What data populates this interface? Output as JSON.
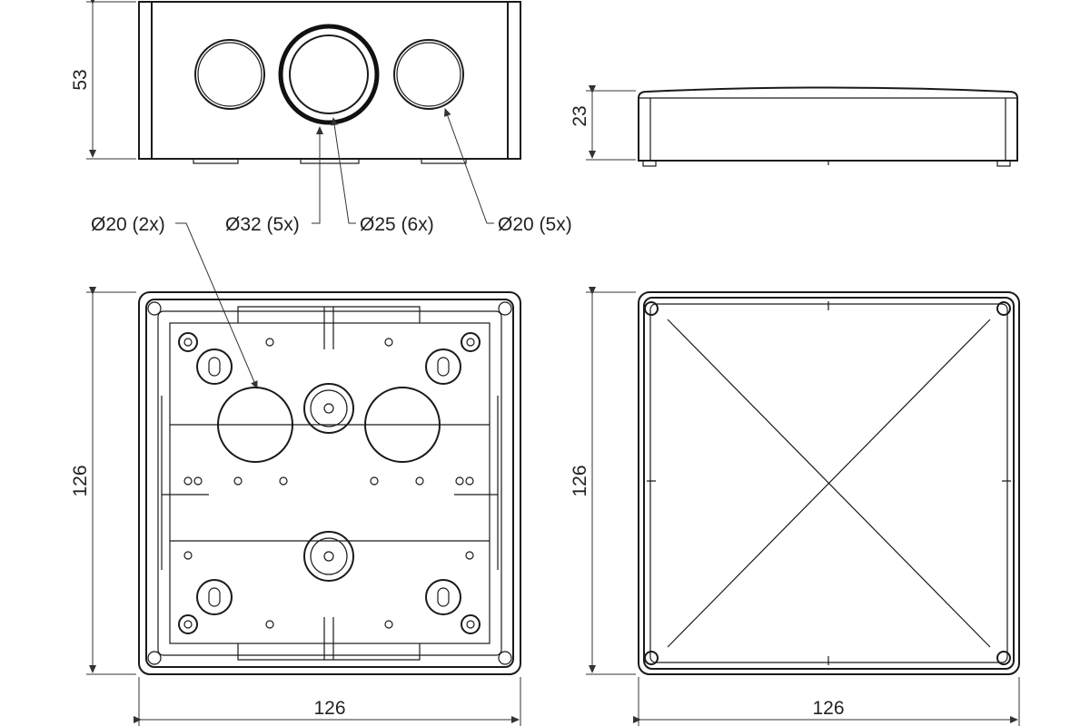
{
  "dimensions": {
    "front_height": "53",
    "side_height": "23",
    "base_height": "126",
    "base_width": "126",
    "lid_height": "126",
    "lid_width": "126"
  },
  "callouts": {
    "hole_20_2x": "Ø20 (2x)",
    "hole_32_5x": "Ø32 (5x)",
    "hole_25_6x": "Ø25 (6x)",
    "hole_20_5x": "Ø20 (5x)"
  }
}
